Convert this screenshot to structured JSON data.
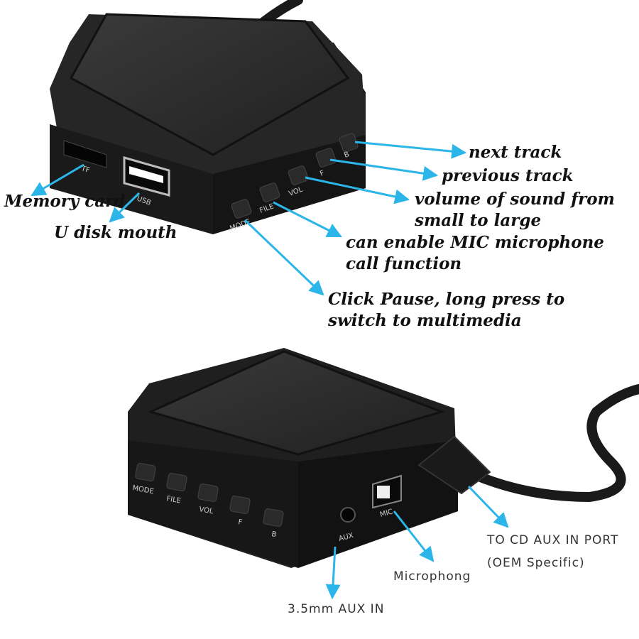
{
  "annotations_top": {
    "next_track": "next track",
    "previous_track": "previous track",
    "volume_line1": "volume of sound from",
    "volume_line2": "small to large",
    "mic_line1": "can enable MIC microphone",
    "mic_line2": "call function",
    "pause_line1": "Click Pause, long press to",
    "pause_line2": "switch to multimedia",
    "memory_card": "Memory card",
    "u_disk": "U disk mouth"
  },
  "annotations_bottom": {
    "cd_aux_line1": "TO CD AUX IN PORT",
    "cd_aux_line2": "(OEM Specific)",
    "microphone": "Microphong",
    "aux_in": "3.5mm AUX IN"
  },
  "device_top": {
    "tf_label": "TF",
    "usb_label": "USB",
    "buttons": [
      "MODE",
      "FILE",
      "VOL",
      "F",
      "B"
    ]
  },
  "device_bottom": {
    "buttons": [
      "MODE",
      "FILE",
      "VOL",
      "F",
      "B"
    ],
    "aux_label": "AUX",
    "mic_label": "MIC"
  },
  "colors": {
    "arrow": "#2bb5e8",
    "device": "#1e1e1e",
    "device_top": "#2e2e2e"
  }
}
